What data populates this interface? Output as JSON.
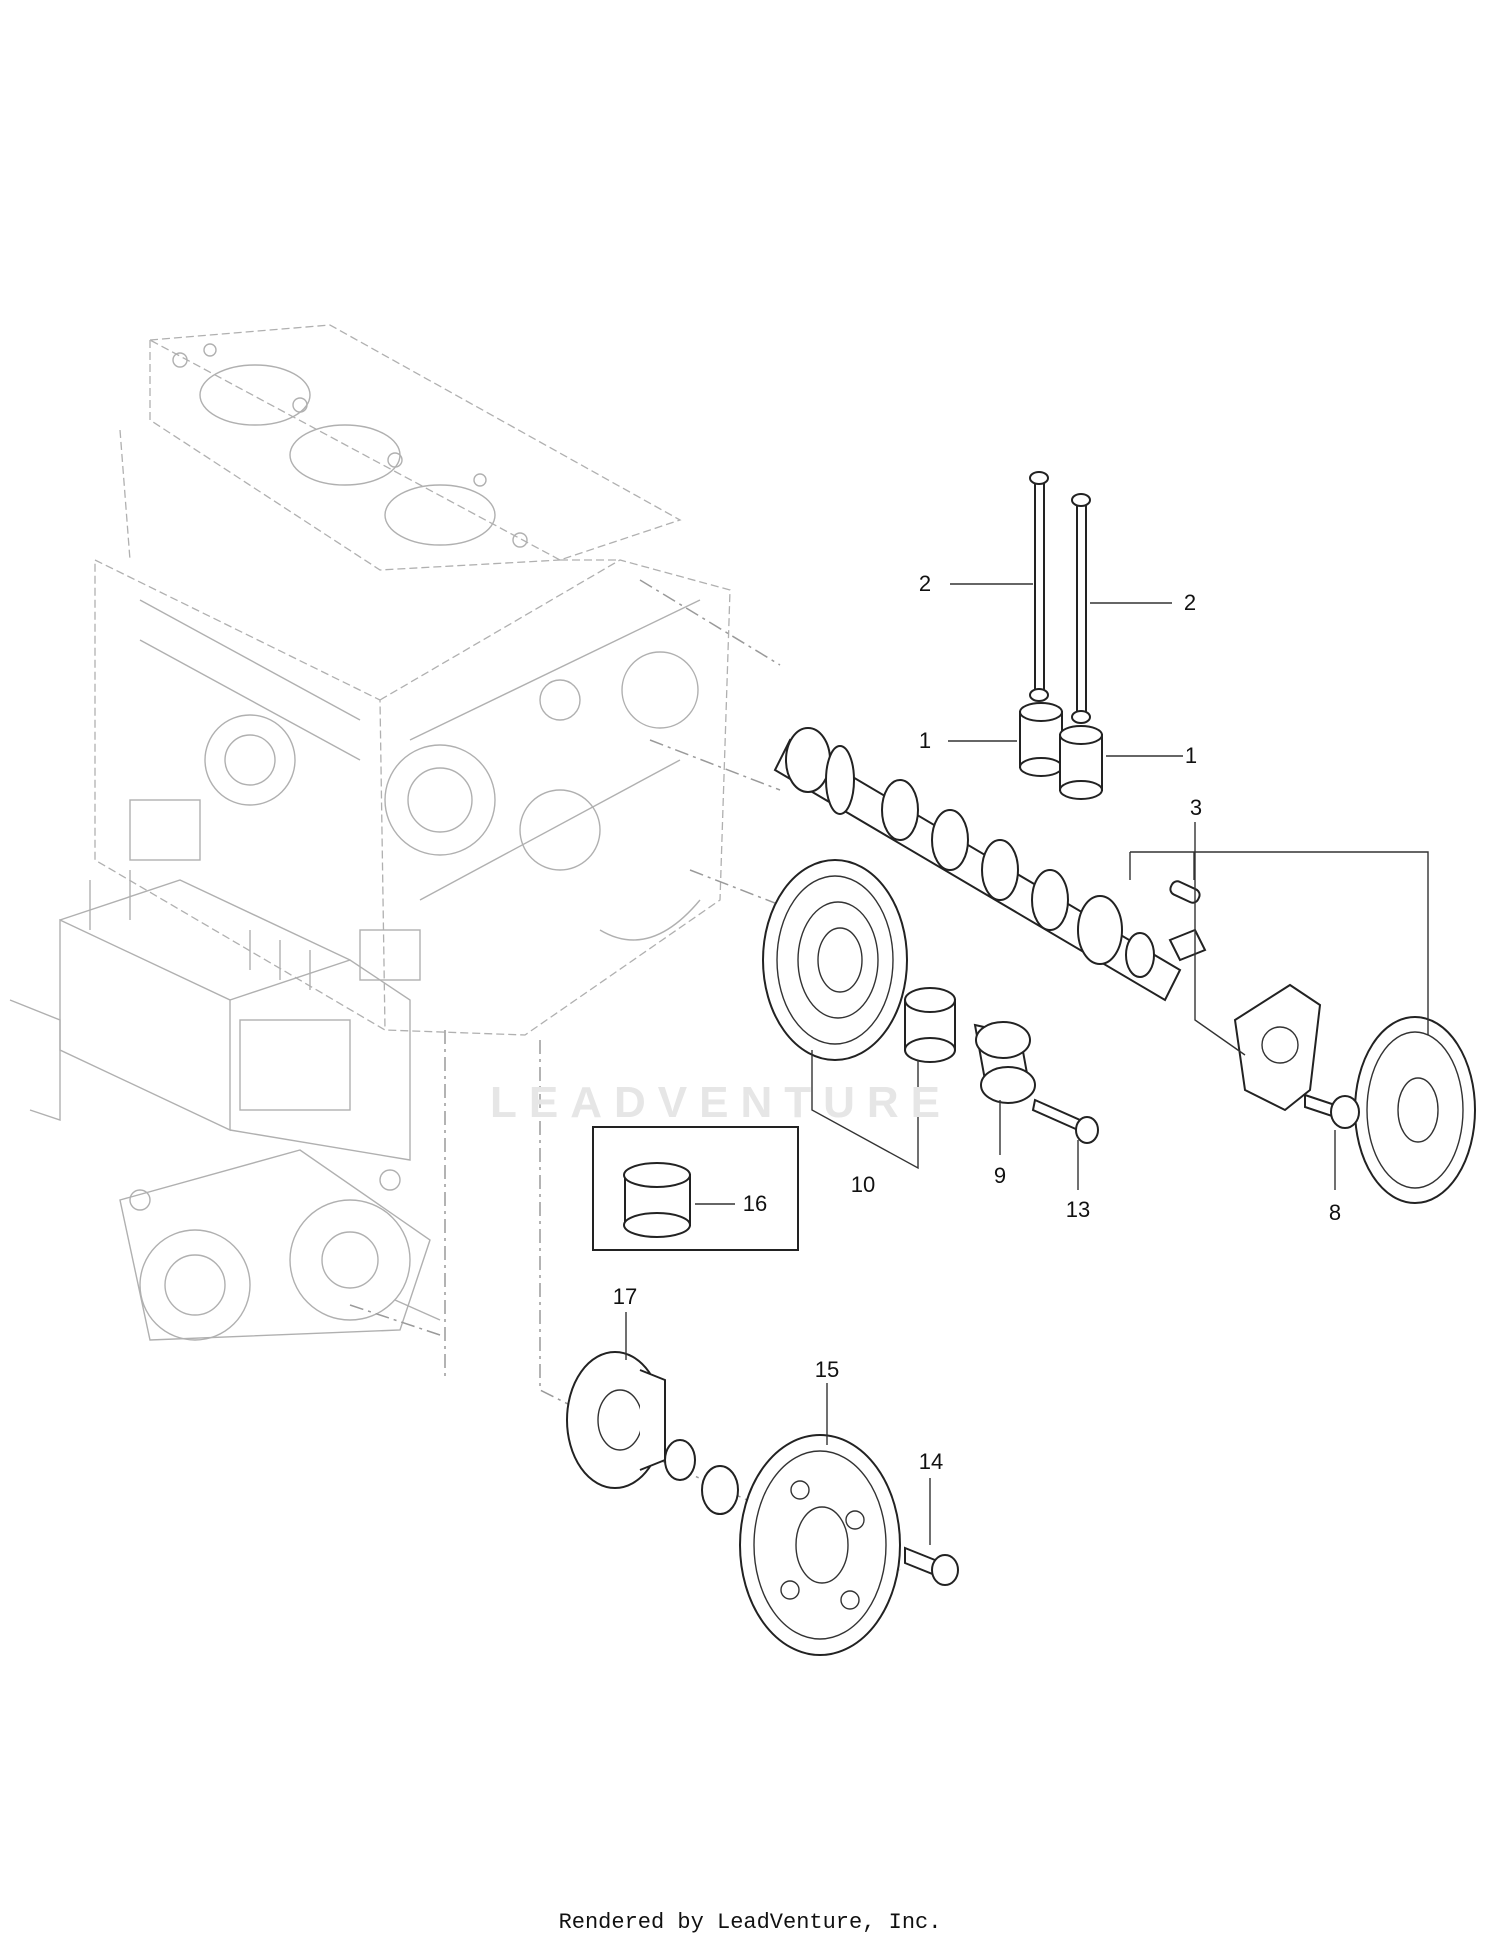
{
  "labels": {
    "p1a": "1",
    "p1b": "1",
    "p2a": "2",
    "p2b": "2",
    "p3": "3",
    "p8": "8",
    "p9": "9",
    "p10": "10",
    "p13": "13",
    "p14": "14",
    "p15": "15",
    "p16": "16",
    "p17": "17"
  },
  "watermark": "LEADVENTURE",
  "footer": "Rendered by LeadVenture, Inc."
}
